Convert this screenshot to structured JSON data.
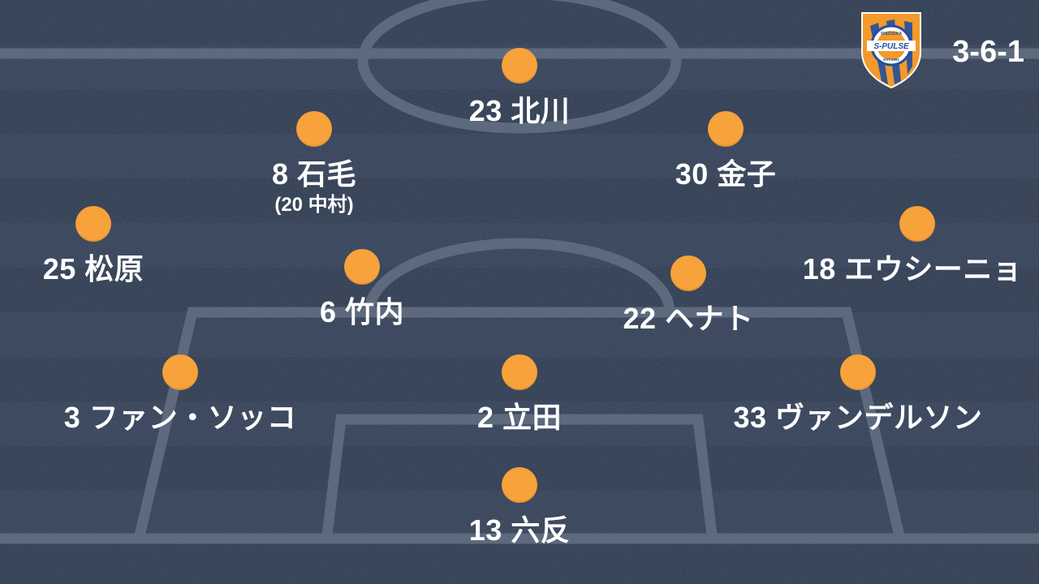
{
  "formation": "3-6-1",
  "crest": {
    "name": "S-PULSE",
    "ring_text": "SHIZUOKA",
    "est": "EST.1991",
    "colors": {
      "orange": "#f39a2b",
      "blue": "#1f4fa0"
    }
  },
  "colors": {
    "player_dot": "#f7a23a",
    "pitch": "#2a3850",
    "lines": "#5d6a7e"
  },
  "players": [
    {
      "id": "p23",
      "label": "23 北川"
    },
    {
      "id": "p8",
      "label": "8 石毛",
      "sub": "(20 中村)"
    },
    {
      "id": "p30",
      "label": "30 金子"
    },
    {
      "id": "p25",
      "label": "25 松原"
    },
    {
      "id": "p18",
      "label": "18 エウシーニョ"
    },
    {
      "id": "p6",
      "label": "6 竹内"
    },
    {
      "id": "p22",
      "label": "22 ヘナト"
    },
    {
      "id": "p3",
      "label": "3 ファン・ソッコ"
    },
    {
      "id": "p2",
      "label": "2 立田"
    },
    {
      "id": "p33",
      "label": "33 ヴァンデルソン"
    },
    {
      "id": "p13",
      "label": "13 六反"
    }
  ]
}
